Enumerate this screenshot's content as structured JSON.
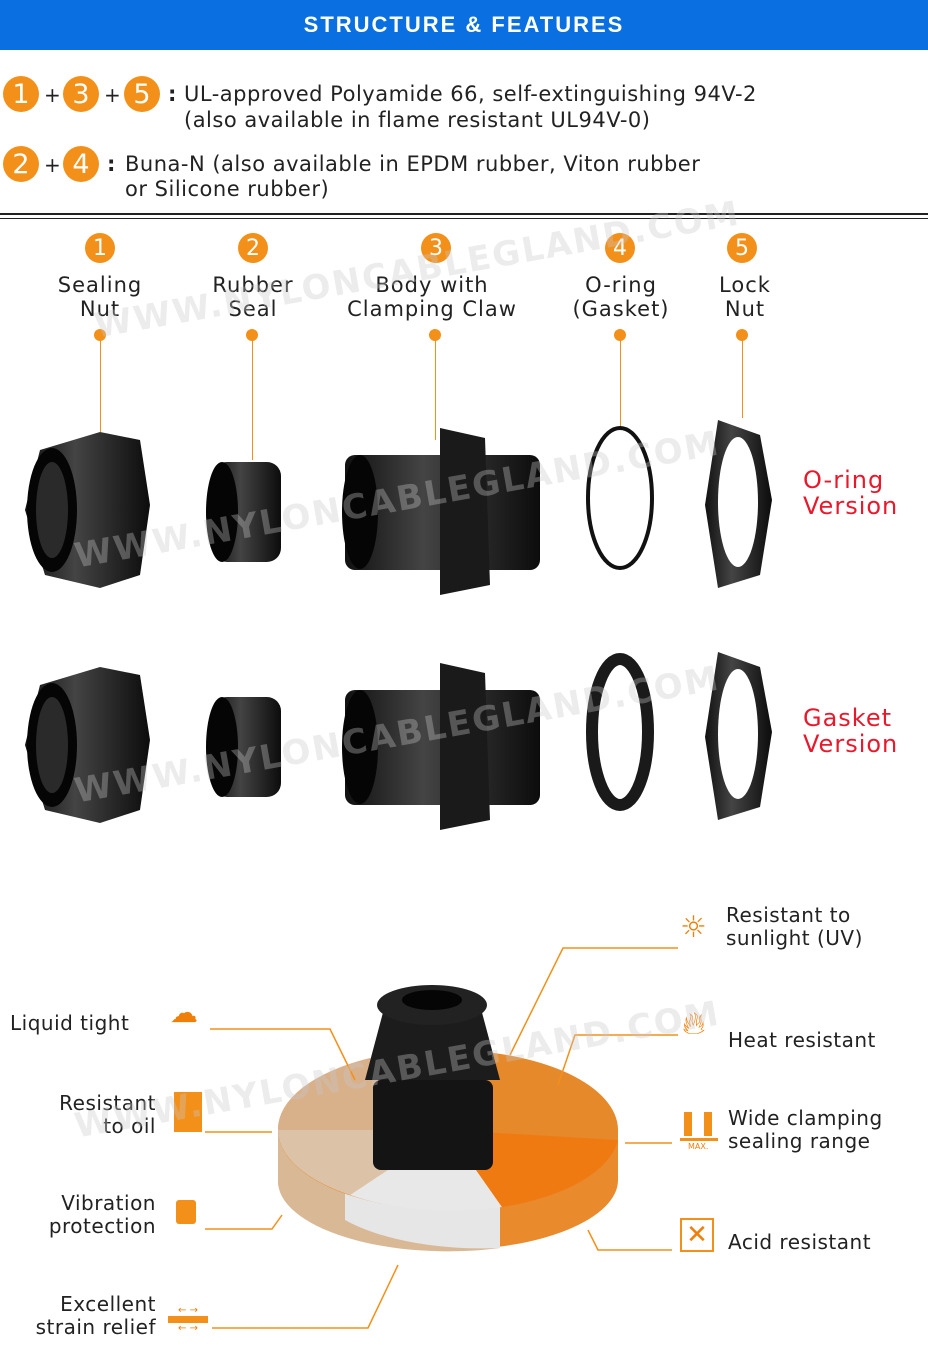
{
  "header": {
    "title": "STRUCTURE & FEATURES"
  },
  "materials": [
    {
      "numbers": [
        "1",
        "3",
        "5"
      ],
      "line1": "UL-approved Polyamide 66, self-extinguishing 94V-2",
      "line2": "(also available in flame resistant UL94V-0)"
    },
    {
      "numbers": [
        "2",
        "4"
      ],
      "line1": "Buna-N (also available in EPDM rubber, Viton rubber",
      "line2": "or Silicone rubber)"
    }
  ],
  "symbols": {
    "plus": "+",
    "colon": ":"
  },
  "parts": [
    {
      "num": "1",
      "line1": "Sealing",
      "line2": "Nut"
    },
    {
      "num": "2",
      "line1": "Rubber",
      "line2": "Seal"
    },
    {
      "num": "3",
      "line1": "Body with",
      "line2": "Clamping Claw"
    },
    {
      "num": "4",
      "line1": "O-ring",
      "line2": "(Gasket)"
    },
    {
      "num": "5",
      "line1": "Lock",
      "line2": "Nut"
    }
  ],
  "versions": [
    {
      "line1": "O-ring",
      "line2": "Version"
    },
    {
      "line1": "Gasket",
      "line2": "Version"
    }
  ],
  "features": {
    "uv": {
      "line1": "Resistant to",
      "line2": "sunlight (UV)",
      "icon": "uv-sun-icon"
    },
    "heat": {
      "line1": "Heat resistant",
      "icon": "flame-icon"
    },
    "clamp": {
      "line1": "Wide clamping",
      "line2": "sealing range",
      "icon_text": "MAX."
    },
    "acid": {
      "line1": "Acid resistant",
      "icon": "acid-x-icon"
    },
    "liquid": {
      "line1": "Liquid tight",
      "icon": "water-icon"
    },
    "oil": {
      "line1": "Resistant",
      "line2": "to oil",
      "icon": "oil-barrel-icon"
    },
    "vibration": {
      "line1": "Vibration",
      "line2": "protection",
      "icon": "vibration-icon"
    },
    "strain": {
      "line1": "Excellent",
      "line2": "strain relief",
      "icon": "strain-relief-icon"
    }
  },
  "watermark": "WWW.NYLONCABLEGLAND.COM",
  "colors": {
    "header": "#0a6fe0",
    "accent": "#f39019",
    "version": "#e8192c"
  }
}
